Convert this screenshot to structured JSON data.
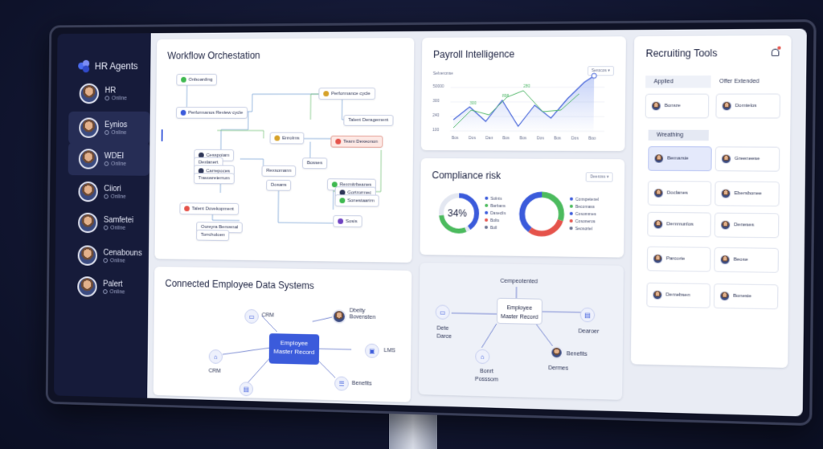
{
  "brand": {
    "name": "HR Agents"
  },
  "agents": [
    {
      "name": "HR",
      "status": "Online"
    },
    {
      "name": "Eynios",
      "status": "Online"
    },
    {
      "name": "WDEI",
      "status": "Online"
    },
    {
      "name": "Ciiori",
      "status": "Online"
    },
    {
      "name": "Samfetei",
      "status": "Online"
    },
    {
      "name": "Cenabouns",
      "status": "Online"
    },
    {
      "name": "Palert",
      "status": "Online"
    }
  ],
  "workflow": {
    "title": "Workflow Orchestation",
    "nodes": [
      "Onboarding",
      "Performanus Review cycle",
      "Performance cycle",
      "Talent Deragement",
      "Enrolms",
      "Team Dexeonon",
      "Cesspoiam",
      "Dexlanert",
      "Carrepoces",
      "Travosreterrum",
      "Rexsomann",
      "Dosans",
      "Bosses",
      "Rexmitrbeanes",
      "Gortrormec",
      "Sonestaarirn",
      "Sosis",
      "Talent Dovekopment",
      "Oureyra Benvenal",
      "Torrcholoen"
    ]
  },
  "payroll": {
    "title": "Payroll Intelligence",
    "filter": "Serocos",
    "axis_label": "Selveronse",
    "y_ticks": [
      "50000",
      "300",
      "240",
      "100"
    ],
    "x_ticks": [
      "Bos",
      "Dos",
      "Dan",
      "Bos",
      "Bos",
      "Dos",
      "Bos",
      "Dos",
      "Boo"
    ],
    "point_labels": [
      "898",
      "280",
      "300"
    ]
  },
  "compliance": {
    "title": "Compliance risk",
    "filter": "Deeross",
    "gauge_value": "34%",
    "legend1": [
      "Solnts",
      "Barbans",
      "Daseclis",
      "Bolts",
      "Boll"
    ],
    "legend2": [
      "Conspetenel",
      "Becomass",
      "Cosommes",
      "Cosoneros",
      "Seosoriel"
    ]
  },
  "recruiting": {
    "title": "Recruiting Tools",
    "col_applied": "Applied",
    "col_offer": "Offer Extended",
    "col_wreathing": "Wreathing",
    "cards": [
      "Bonsre",
      "Domtelos",
      "Bemarsie",
      "Greeneese",
      "Doclanes",
      "Ebersbonee",
      "Demmunlos",
      "Deneses",
      "Parcorie",
      "Beose",
      "Demebsen",
      "Bonesie"
    ]
  },
  "connected": {
    "title": "Connected Employee Data Systems",
    "hub": [
      "Employee",
      "Master Record"
    ],
    "labels": [
      "CRM",
      "Dbeity",
      "Bovensten",
      "LMS",
      "CRM",
      "Benefits"
    ]
  },
  "master": {
    "title": "Cempeotented",
    "hub": [
      "Employee",
      "Master Record"
    ],
    "labels": [
      "Dete",
      "Darce",
      "Benefits",
      "Bonrt",
      "Posssom",
      "Dearoer",
      "Dermes"
    ]
  },
  "colors": {
    "accent": "#3b5bdb",
    "green": "#3fb950",
    "red": "#e5534b"
  }
}
